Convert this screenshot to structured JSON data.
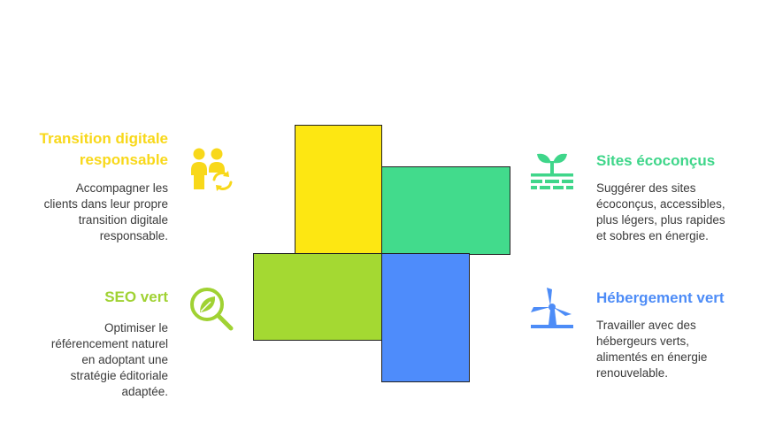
{
  "colors": {
    "yellow": "#fde712",
    "green": "#42db8c",
    "lime": "#a4d932",
    "blue": "#4e8cfb",
    "yellow_title": "#f8d81a",
    "green_title": "#3fd68a",
    "lime_title": "#a0d233",
    "blue_title": "#4d8cf7"
  },
  "sections": [
    {
      "title": "Transition digitale responsable",
      "title_lines": [
        "Transition digitale",
        "responsable"
      ],
      "desc_lines": [
        "Accompagner les",
        "clients dans leur propre",
        "transition digitale",
        "responsable."
      ],
      "icon": "people-refresh-icon"
    },
    {
      "title": "Sites écoconçus",
      "desc_lines": [
        "Suggérer des sites",
        "écoconçus, accessibles,",
        "plus légers, plus rapides",
        "et sobres en énergie."
      ],
      "icon": "plant-sprout-icon"
    },
    {
      "title": "SEO vert",
      "desc_lines": [
        "Optimiser le",
        "référencement naturel",
        "en adoptant une",
        "stratégie éditoriale",
        "adaptée."
      ],
      "icon": "leaf-search-icon"
    },
    {
      "title": "Hébergement vert",
      "desc_lines": [
        "Travailler avec des",
        "hébergeurs verts,",
        "alimentés en énergie",
        "renouvelable."
      ],
      "icon": "wind-turbine-icon"
    }
  ]
}
